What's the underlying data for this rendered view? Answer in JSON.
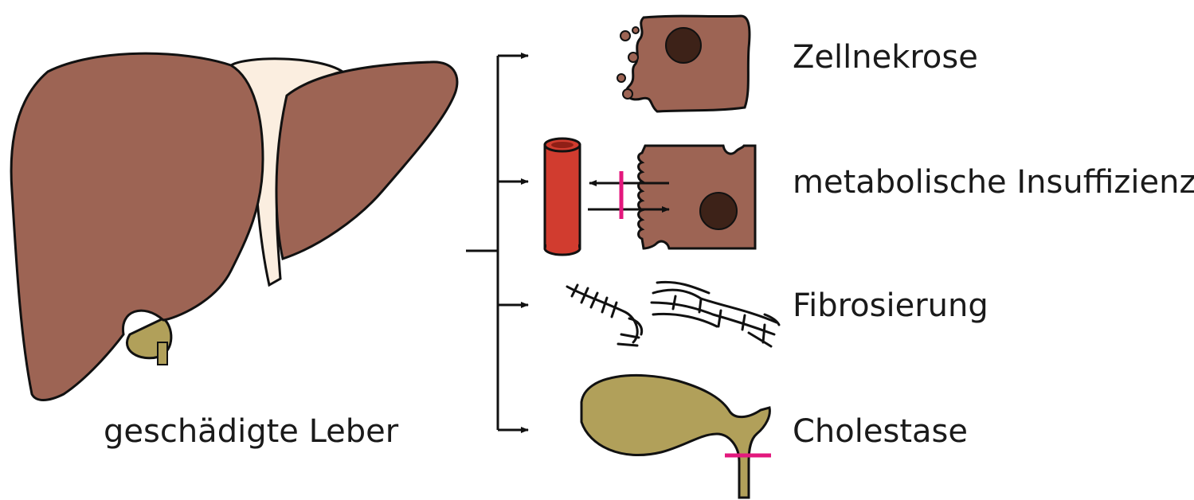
{
  "source_label": "geschädigte Leber",
  "outcomes": [
    {
      "label": "Zellnekrose"
    },
    {
      "label": "metabolische Insuffizienz"
    },
    {
      "label": "Fibrosierung"
    },
    {
      "label": "Cholestase"
    }
  ],
  "colors": {
    "liver": "#9d6454",
    "ligament": "#fbeee0",
    "gallbladder": "#b1a05a",
    "cell": "#9d6454",
    "nucleus": "#3d2218",
    "vessel": "#d13c2f",
    "vessel_inner": "#8f1f16",
    "block_marker": "#e3187d",
    "line": "#111111"
  }
}
